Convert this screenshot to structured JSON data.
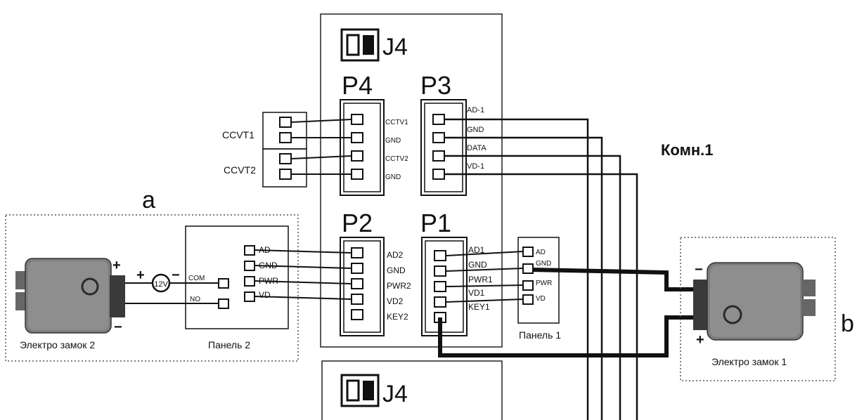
{
  "unit_top": {
    "label": "J4"
  },
  "unit_bottom": {
    "label": "J4"
  },
  "ports": {
    "p4": "P4",
    "p3": "P3",
    "p2": "P2",
    "p1": "P1"
  },
  "p4_pins": [
    "CCTV1",
    "GND",
    "CCTV2",
    "GND"
  ],
  "p3_pins": [
    "AD-1",
    "GND",
    "DATA",
    "VD-1"
  ],
  "p2_pins": [
    "AD2",
    "GND",
    "PWR2",
    "VD2",
    "KEY2"
  ],
  "p1_pins": [
    "AD1",
    "GND",
    "PWR1",
    "VD1",
    "KEY1"
  ],
  "cameras": {
    "cam1": "CCVT1",
    "cam2": "CCVT2"
  },
  "room": "Комн.1",
  "section_a": {
    "letter": "a",
    "lock_label": "Электро замок 2",
    "panel_label": "Панель 2",
    "panel_pins": [
      "AD",
      "GND",
      "PWR",
      "VD"
    ],
    "relay_pins": [
      "COM",
      "NO"
    ],
    "psu_label": "12V",
    "plus": "+",
    "minus": "−"
  },
  "section_b": {
    "letter": "b",
    "lock_label": "Электро замок 1",
    "panel_label": "Панель 1",
    "panel_pins": [
      "AD",
      "GND",
      "PWR",
      "VD"
    ],
    "plus": "+",
    "minus": "−"
  }
}
